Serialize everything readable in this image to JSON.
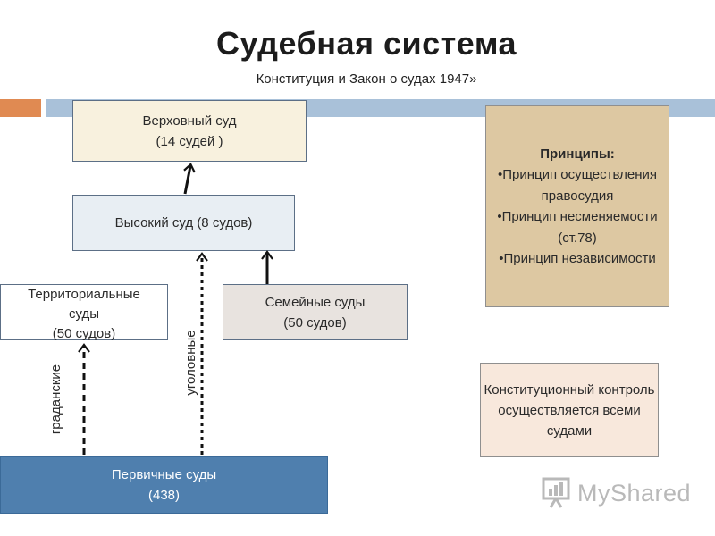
{
  "header": {
    "title": "Судебная система",
    "subtitle": "Конституция  и Закон о судах 1947»"
  },
  "colors": {
    "accent_orange": "#e08a52",
    "accent_blue": "#a9c1d9",
    "primary_box": "#4f7fae",
    "principles_box": "#ddc8a2"
  },
  "courts": {
    "supreme": {
      "line1": "Верховный суд",
      "line2": "(14 судей )"
    },
    "high": {
      "label": "Высокий суд (8 судов)"
    },
    "territorial": {
      "line1": "Территориальные",
      "line2": "суды",
      "line3": "(50 судов)"
    },
    "family": {
      "line1": "Семейные суды",
      "line2": "(50 судов)"
    },
    "primary": {
      "line1": "Первичные суды",
      "line2": "(438)"
    }
  },
  "branch_labels": {
    "civil": "граданские",
    "criminal": "уголовные"
  },
  "principles": {
    "title": "Принципы:",
    "items": [
      "•Принцип осуществления правосудия",
      "•Принцип несменяемости (ст.78)",
      "•Принцип независимости"
    ]
  },
  "constitutional": {
    "text": "Конституционный контроль осуществляется всеми судами"
  },
  "watermark": {
    "text": "MyShared",
    "icon": "presentation-board-icon"
  }
}
